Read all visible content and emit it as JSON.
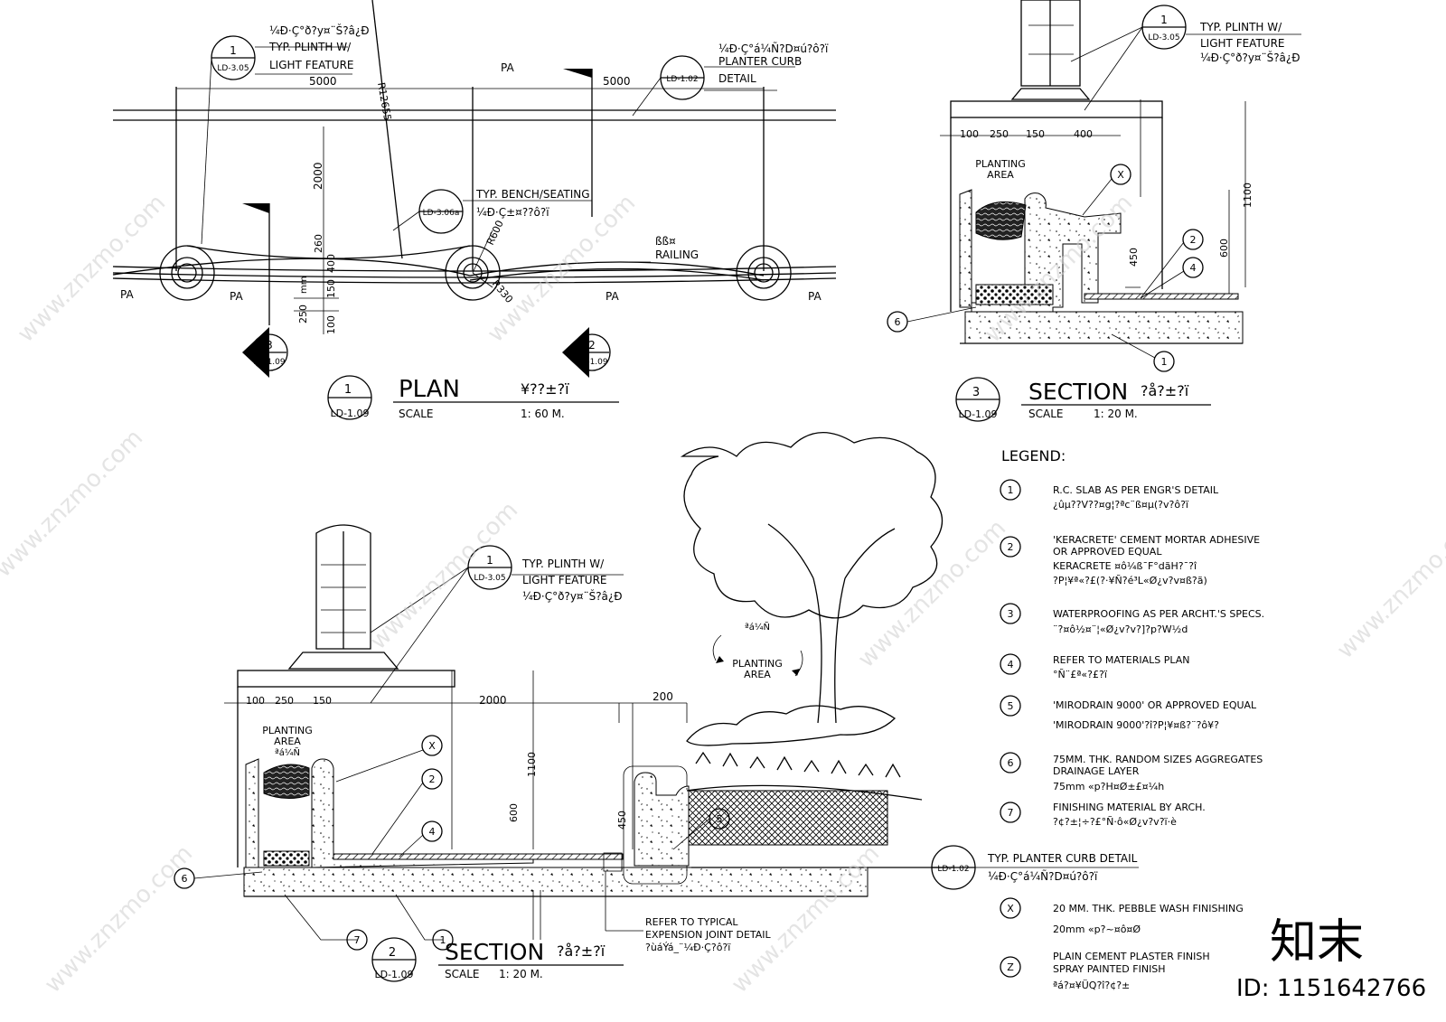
{
  "plan": {
    "title": "PLAN",
    "title_cn": "¥??±?ï",
    "scale_label": "SCALE",
    "scale_value": "1: 60 M.",
    "ref_num": "1",
    "ref_sheet": "LD-1.09",
    "dim_left": "5000",
    "dim_right": "5000",
    "dim_2000": "2000",
    "dim_260": "260",
    "dim_400": "400",
    "dim_150": "150",
    "dim_250": "250",
    "dim_100": "100",
    "dim_mm": "mm",
    "radius_main": "R12655",
    "radius_600": "R600",
    "radius_330": "R330",
    "pa_labels": [
      "PA",
      "PA",
      "PA",
      "PA",
      "PA"
    ],
    "plinth_ref": {
      "num": "1",
      "sheet": "LD-3.05",
      "cn": "¼Ð·Ç°ð?y¤¨Š?â¿Ð",
      "line1": "TYP. PLINTH W/",
      "line2": "LIGHT FEATURE"
    },
    "curb_ref": {
      "num": "",
      "sheet": "LD-1.02",
      "cn": "¼Ð·Ç°á¼Ñ?D¤ú?ô?ï",
      "line1": "PLANTER CURB",
      "line2": "DETAIL"
    },
    "bench_ref": {
      "num": "",
      "sheet": "LD-3.06a",
      "line1": "TYP. BENCH/SEATING",
      "cn": "¼Ð·Ç±¤??ô?ï"
    },
    "railing_cn": "ßß¤",
    "railing": "RAILING",
    "sec3_marker": {
      "num": "3",
      "sheet": "LD-1.09"
    },
    "sec2_marker": {
      "num": "2",
      "sheet": "LD-1.09"
    }
  },
  "section3": {
    "title": "SECTION",
    "title_cn": "?å?±?ï",
    "scale_label": "SCALE",
    "scale_value": "1: 20 M.",
    "ref_num": "3",
    "ref_sheet": "LD-1.09",
    "plinth_line1": "TYP. PLINTH W/",
    "plinth_line2": "LIGHT FEATURE",
    "plinth_cn": "¼Ð·Ç°ð?y¤¨Š?â¿Ð",
    "plinth_num": "1",
    "plinth_sheet": "LD-3.05",
    "dims": [
      "100",
      "250",
      "150",
      "400"
    ],
    "dim_1100": "1100",
    "dim_600": "600",
    "dim_450": "450",
    "planting_area": [
      "PLANTING",
      "AREA"
    ],
    "tags": [
      "X",
      "2",
      "4",
      "6",
      "1"
    ]
  },
  "section2": {
    "title": "SECTION",
    "title_cn": "?å?±?ï",
    "scale_label": "SCALE",
    "scale_value": "1: 20 M.",
    "ref_num": "2",
    "ref_sheet": "LD-1.09",
    "plinth_line1": "TYP. PLINTH W/",
    "plinth_line2": "LIGHT FEATURE",
    "plinth_cn": "¼Ð·Ç°ð?y¤¨Š?â¿Ð",
    "plinth_num": "1",
    "plinth_sheet": "LD-3.05",
    "dims": [
      "100",
      "250",
      "150"
    ],
    "dim_2000": "2000",
    "dim_200": "200",
    "dim_1100": "1100",
    "dim_600": "600",
    "dim_450": "450",
    "planting_area": [
      "PLANTING",
      "AREA",
      "ªá¼Ñ"
    ],
    "tree_planting": [
      "ªá¼Ñ",
      "PLANTING",
      "AREA"
    ],
    "tags": [
      "X",
      "2",
      "4",
      "5",
      "6",
      "1",
      "7"
    ],
    "expansion": [
      "REFER TO TYPICAL",
      "EXPENSION JOINT DETAIL",
      "?ùáÝá_¨¼Ð·Ç?ô?ï"
    ],
    "curb_detail": "TYP. PLANTER CURB DETAIL",
    "curb_detail_cn": "¼Ð·Ç°á¼Ñ?D¤ú?ô?ï",
    "curb_sheet": "LD-1.02"
  },
  "legend": {
    "title": "LEGEND:",
    "items": [
      {
        "key": "1",
        "lines": [
          "R.C. SLAB AS PER ENGR'S DETAIL",
          "¿ûµ??V??¤g¦?ªc¨ß¤µ(?v?ô?ï"
        ]
      },
      {
        "key": "2",
        "lines": [
          "'KERACRETE' CEMENT MORTAR ADHESIVE",
          "OR APPROVED EQUAL",
          "KERACRETE ¤ô¼ß¯F°dãH?¯?î",
          "?P¦¥ª«?£(?·¥Ñ?é³L«Ø¿v?v¤ß?ã)"
        ]
      },
      {
        "key": "3",
        "lines": [
          "WATERPROOFING AS PER ARCHT.'S SPECS.",
          "¨?¤ô½¤¨¦«Ø¿v?v?]?p?W½d"
        ]
      },
      {
        "key": "4",
        "lines": [
          "REFER TO MATERIALS PLAN",
          "°Ñ¨£ª«?£?ï"
        ]
      },
      {
        "key": "5",
        "lines": [
          "'MIRODRAIN 9000' OR APPROVED EQUAL",
          "'MIRODRAIN 9000'?î?P¦¥¤ß?¨?ô¥?"
        ]
      },
      {
        "key": "6",
        "lines": [
          "75MM. THK. RANDOM SIZES AGGREGATES",
          "DRAINAGE LAYER",
          "75mm «p?H¤Ø±£¤¼h"
        ]
      },
      {
        "key": "7",
        "lines": [
          "FINISHING MATERIAL BY ARCH.",
          "?¢?±¦÷?£°Ñ·ô«Ø¿v?v?ï·è"
        ]
      },
      {
        "key": "X",
        "lines": [
          "20 MM. THK. PEBBLE WASH FINISHING",
          "20mm «p?~¤ô¤Ø"
        ]
      },
      {
        "key": "Z",
        "lines": [
          "PLAIN CEMENT PLASTER FINISH",
          "SPRAY PAINTED FINISH",
          "ªá?¤¥ÜQ?î?¢?±"
        ]
      }
    ]
  },
  "watermark": {
    "brand_cn": "知末",
    "id_text": "ID: 1151642766",
    "url": "www.znzmo.com"
  }
}
